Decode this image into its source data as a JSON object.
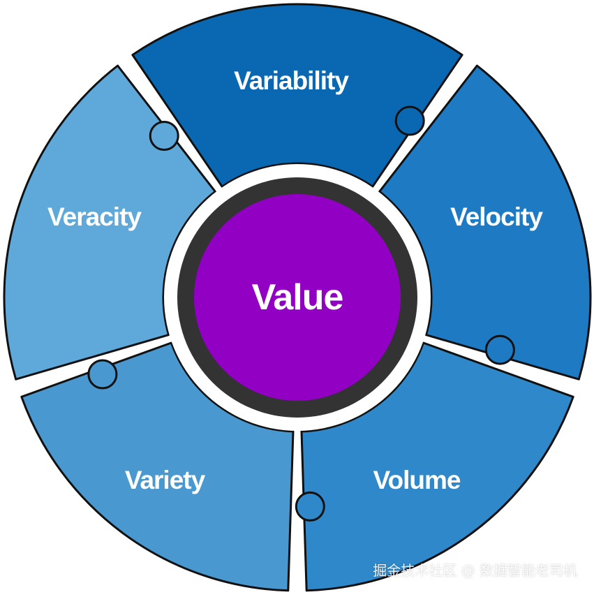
{
  "segments": [
    {
      "id": "variability",
      "label": "Variability",
      "color": "#0a68b3"
    },
    {
      "id": "velocity",
      "label": "Velocity",
      "color": "#1d7ac3"
    },
    {
      "id": "volume",
      "label": "Volume",
      "color": "#2f88c9"
    },
    {
      "id": "variety",
      "label": "Variety",
      "color": "#4a98d0"
    },
    {
      "id": "veracity",
      "label": "Veracity",
      "color": "#5fa8da"
    }
  ],
  "center": {
    "label": "Value",
    "color": "#9200c4",
    "ring_color": "#333333"
  },
  "watermark": "掘金技术社区 @ 数据智能老司机"
}
